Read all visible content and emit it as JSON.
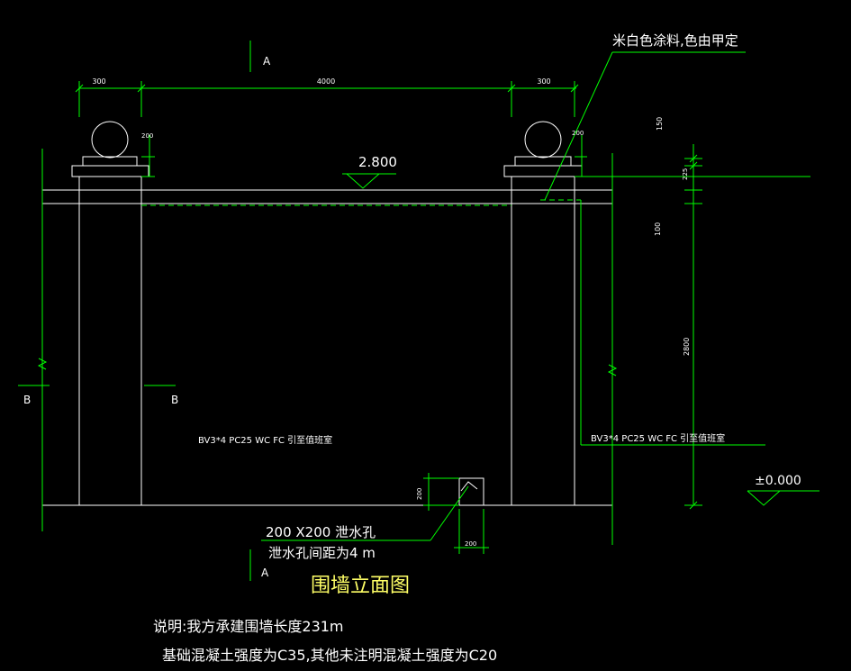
{
  "colors": {
    "background": "#000000",
    "line": "#ffffff",
    "dimension": "#00ff00",
    "title": "#ffff66"
  },
  "drawing": {
    "title": "围墙立面图",
    "section_a": "A",
    "section_b": "B",
    "finish_note": "米白色涂料,色由甲定",
    "top_elevation": "2.800",
    "ground_elevation": "±0.000",
    "drain_hole_size": "200 X200 泄水孔",
    "drain_hole_spacing": "泄水孔间距为4 m",
    "wiring_note_left": "BV3*4   PC25   WC FC   引至值班室",
    "wiring_note_right": "BV3*4   PC25   WC FC   引至值班室"
  },
  "dimensions": {
    "pier_left_width": "300",
    "wall_span": "4000",
    "pier_right_width": "300",
    "cap_height_left": "200",
    "cap_height_right": "200",
    "ball_height": "150",
    "cap_thickness": "225",
    "coping_height": "100",
    "wall_height": "2800",
    "hole_height": "200",
    "hole_width": "200"
  },
  "notes": {
    "line1": "说明:我方承建围墙长度231m",
    "line2": "基础混凝土强度为C35,其他未注明混凝土强度为C20"
  }
}
